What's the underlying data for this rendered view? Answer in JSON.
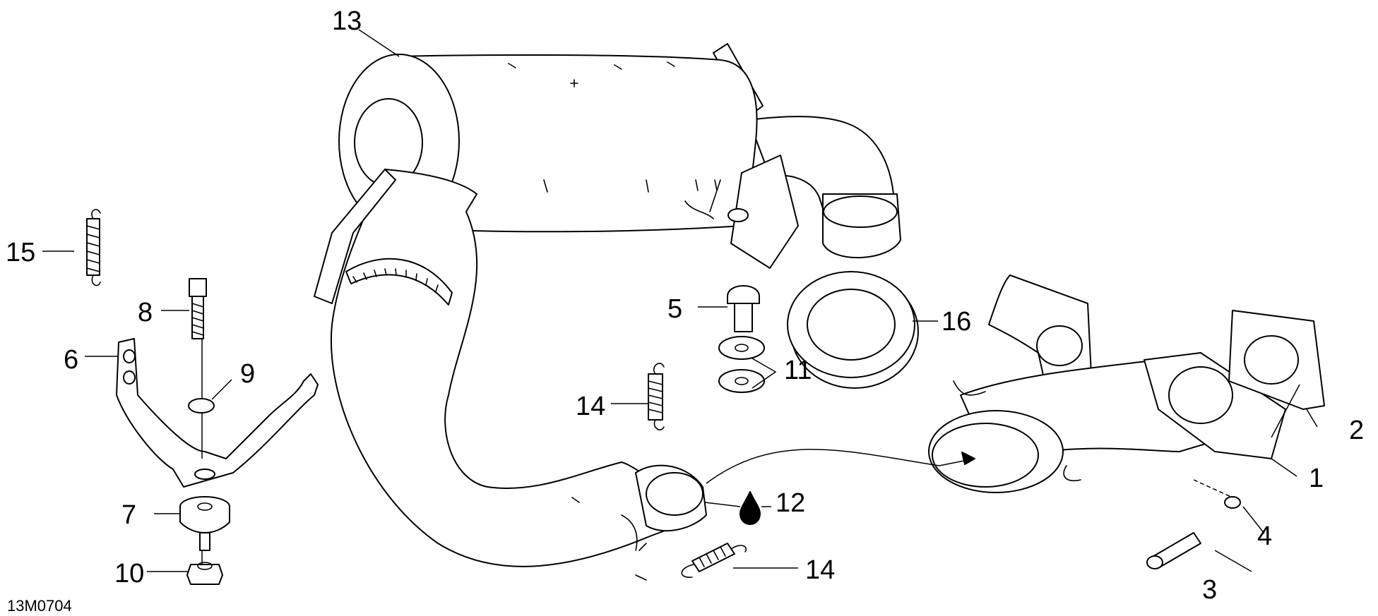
{
  "drawing_code": "13M0704",
  "callouts": {
    "c1": "1",
    "c2": "2",
    "c3": "3",
    "c4": "4",
    "c5": "5",
    "c6": "6",
    "c7": "7",
    "c8": "8",
    "c9": "9",
    "c10": "10",
    "c11": "11",
    "c12": "12",
    "c13": "13",
    "c14a": "14",
    "c14b": "14",
    "c15": "15",
    "c16": "16"
  },
  "colors": {
    "line": "#000000",
    "background": "#ffffff"
  }
}
